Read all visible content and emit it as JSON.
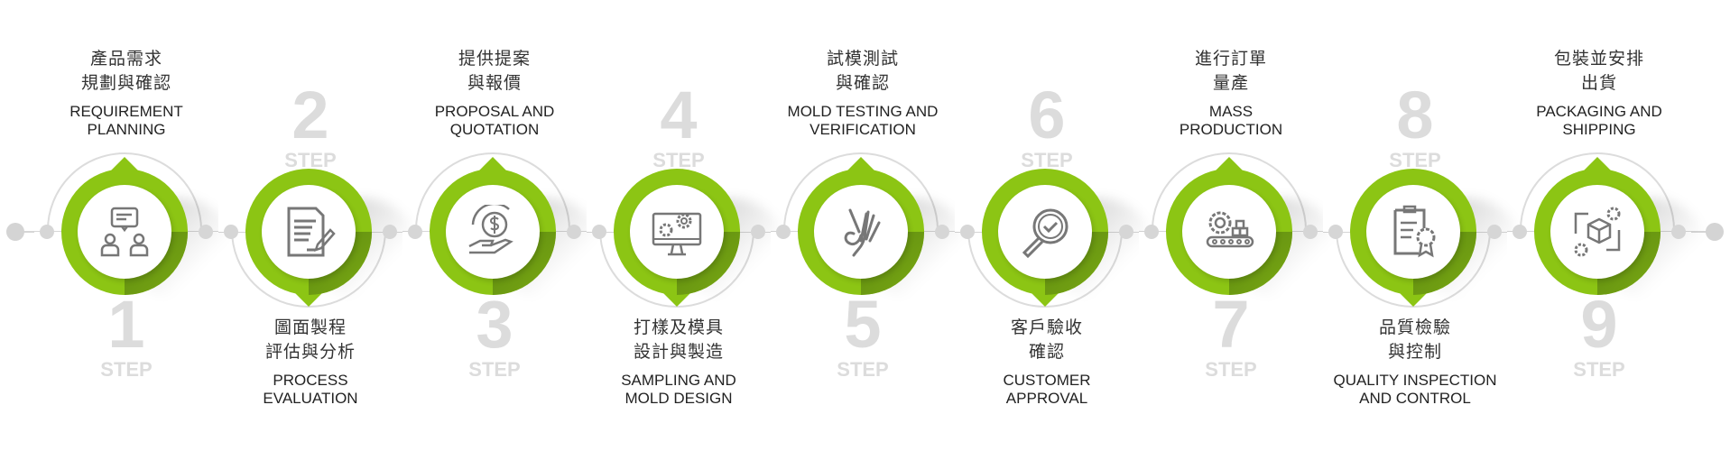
{
  "colors": {
    "accent": "#8cc514",
    "muted": "#dcdcdc",
    "text": "#333333"
  },
  "step_word": "STEP",
  "steps": [
    {
      "number": "1",
      "zh": [
        "產品需求",
        "規劃與確認"
      ],
      "en": [
        "REQUIREMENT",
        "PLANNING"
      ],
      "icon": "meeting-people-icon"
    },
    {
      "number": "2",
      "zh": [
        "圖面製程",
        "評估與分析"
      ],
      "en": [
        "PROCESS",
        "EVALUATION"
      ],
      "icon": "document-pen-icon"
    },
    {
      "number": "3",
      "zh": [
        "提供提案",
        "與報價"
      ],
      "en": [
        "PROPOSAL AND",
        "QUOTATION"
      ],
      "icon": "money-hand-icon"
    },
    {
      "number": "4",
      "zh": [
        "打樣及模具",
        "設計與製造"
      ],
      "en": [
        "SAMPLING AND",
        "MOLD DESIGN"
      ],
      "icon": "monitor-gears-icon"
    },
    {
      "number": "5",
      "zh": [
        "試模測試",
        "與確認"
      ],
      "en": [
        "MOLD TESTING AND",
        "VERIFICATION"
      ],
      "icon": "ok-hand-icon"
    },
    {
      "number": "6",
      "zh": [
        "客戶驗收",
        "確認"
      ],
      "en": [
        "CUSTOMER",
        "APPROVAL"
      ],
      "icon": "magnifier-check-icon"
    },
    {
      "number": "7",
      "zh": [
        "進行訂單",
        "量產"
      ],
      "en": [
        "MASS",
        "PRODUCTION"
      ],
      "icon": "conveyor-gear-icon"
    },
    {
      "number": "8",
      "zh": [
        "品質檢驗",
        "與控制"
      ],
      "en": [
        "QUALITY INSPECTION",
        "AND CONTROL"
      ],
      "icon": "certificate-icon"
    },
    {
      "number": "9",
      "zh": [
        "包裝並安排",
        "出貨"
      ],
      "en": [
        "PACKAGING AND",
        "SHIPPING"
      ],
      "icon": "package-gears-icon"
    }
  ]
}
